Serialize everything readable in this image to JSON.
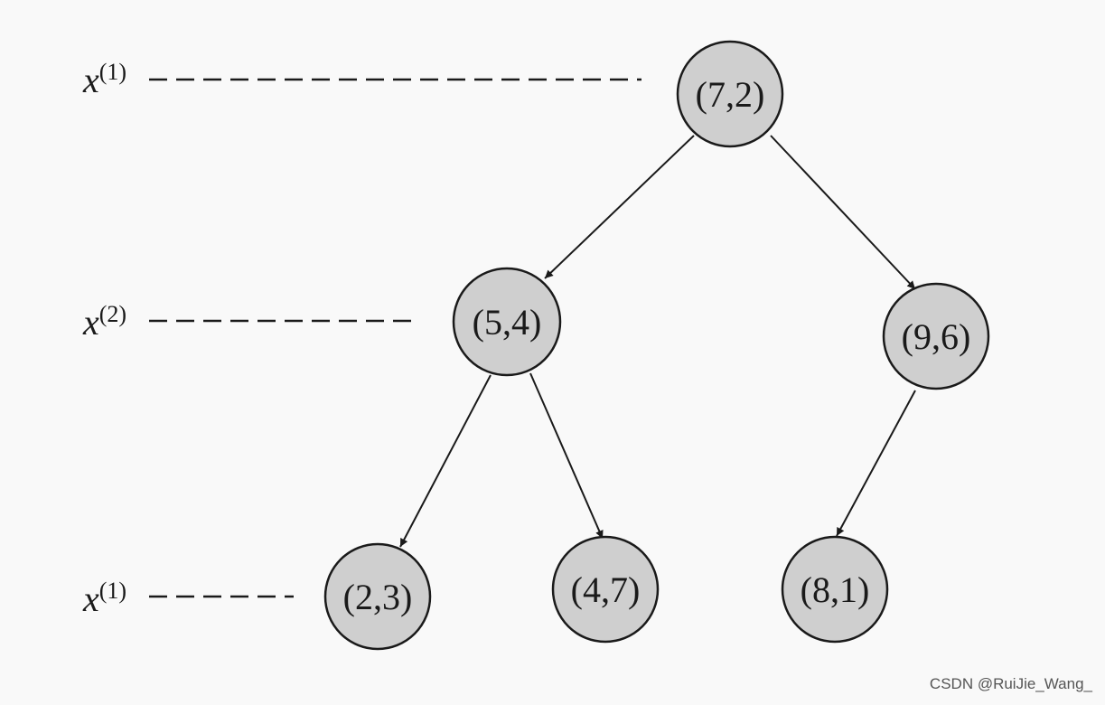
{
  "nodes": [
    {
      "id": "n72",
      "label": "(7,2)"
    },
    {
      "id": "n54",
      "label": "(5,4)"
    },
    {
      "id": "n96",
      "label": "(9,6)"
    },
    {
      "id": "n23",
      "label": "(2,3)"
    },
    {
      "id": "n47",
      "label": "(4,7)"
    },
    {
      "id": "n81",
      "label": "(8,1)"
    }
  ],
  "edges": [
    {
      "from": "n72",
      "to": "n54"
    },
    {
      "from": "n72",
      "to": "n96"
    },
    {
      "from": "n54",
      "to": "n23"
    },
    {
      "from": "n54",
      "to": "n47"
    },
    {
      "from": "n96",
      "to": "n81"
    }
  ],
  "levels": [
    {
      "var": "x",
      "sup": "(1)"
    },
    {
      "var": "x",
      "sup": "(2)"
    },
    {
      "var": "x",
      "sup": "(1)"
    }
  ],
  "colors": {
    "node_fill": "#cfcfcf",
    "stroke": "#1a1a1a",
    "background": "#f9f9f9"
  },
  "watermark": "CSDN @RuiJie_Wang_"
}
